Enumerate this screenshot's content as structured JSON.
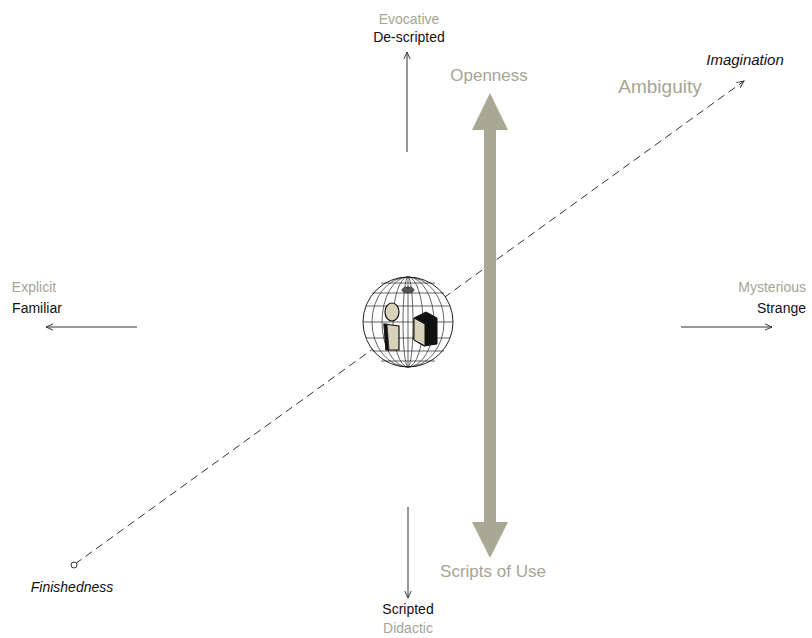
{
  "diagram": {
    "labels": [
      "Evocative",
      "De-scripted",
      "Openness",
      "Ambiguity",
      "Imagination",
      "Explicit",
      "Familiar",
      "Mysterious",
      "Strange",
      "Finishedness",
      "Scripts of Use",
      "Scripted",
      "Didactic"
    ]
  }
}
